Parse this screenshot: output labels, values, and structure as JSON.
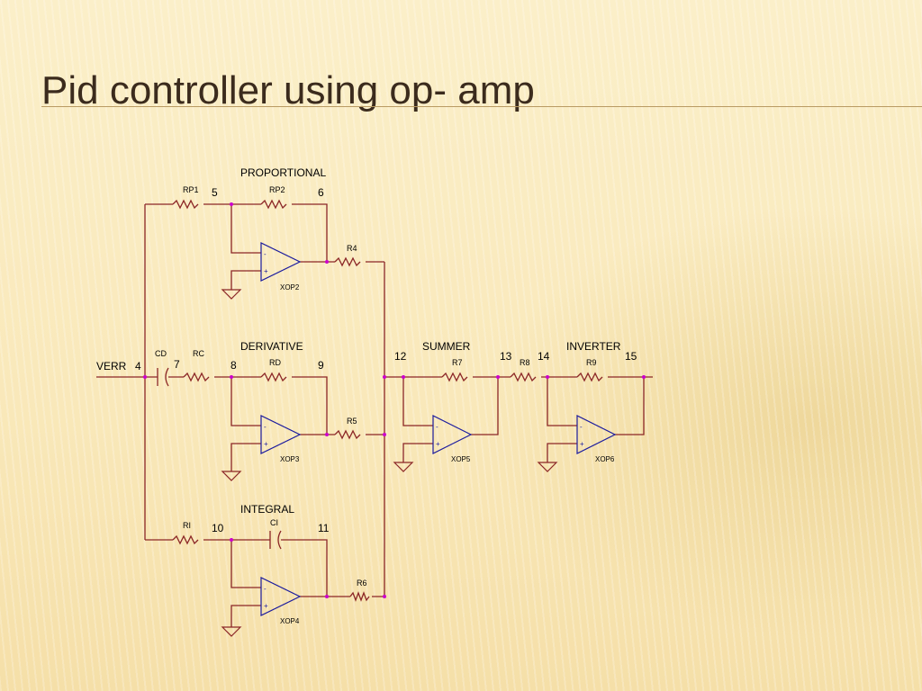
{
  "slide": {
    "title": "Pid controller using op- amp"
  },
  "circuit": {
    "sections": {
      "proportional": "PROPORTIONAL",
      "derivative": "DERIVATIVE",
      "integral": "INTEGRAL",
      "summer": "SUMMER",
      "inverter": "INVERTER"
    },
    "input_label": "VERR",
    "nodes": [
      "4",
      "5",
      "6",
      "7",
      "8",
      "9",
      "10",
      "11",
      "12",
      "13",
      "14",
      "15"
    ],
    "resistors": [
      "RP1",
      "RP2",
      "R4",
      "RC",
      "RD",
      "R5",
      "RI",
      "R6",
      "R7",
      "R8",
      "R9"
    ],
    "capacitors": [
      "CD",
      "CI"
    ],
    "opamps": [
      "XOP2",
      "XOP3",
      "XOP4",
      "XOP5",
      "XOP6"
    ],
    "opamp_signs": {
      "minus": "-",
      "plus": "+"
    }
  }
}
